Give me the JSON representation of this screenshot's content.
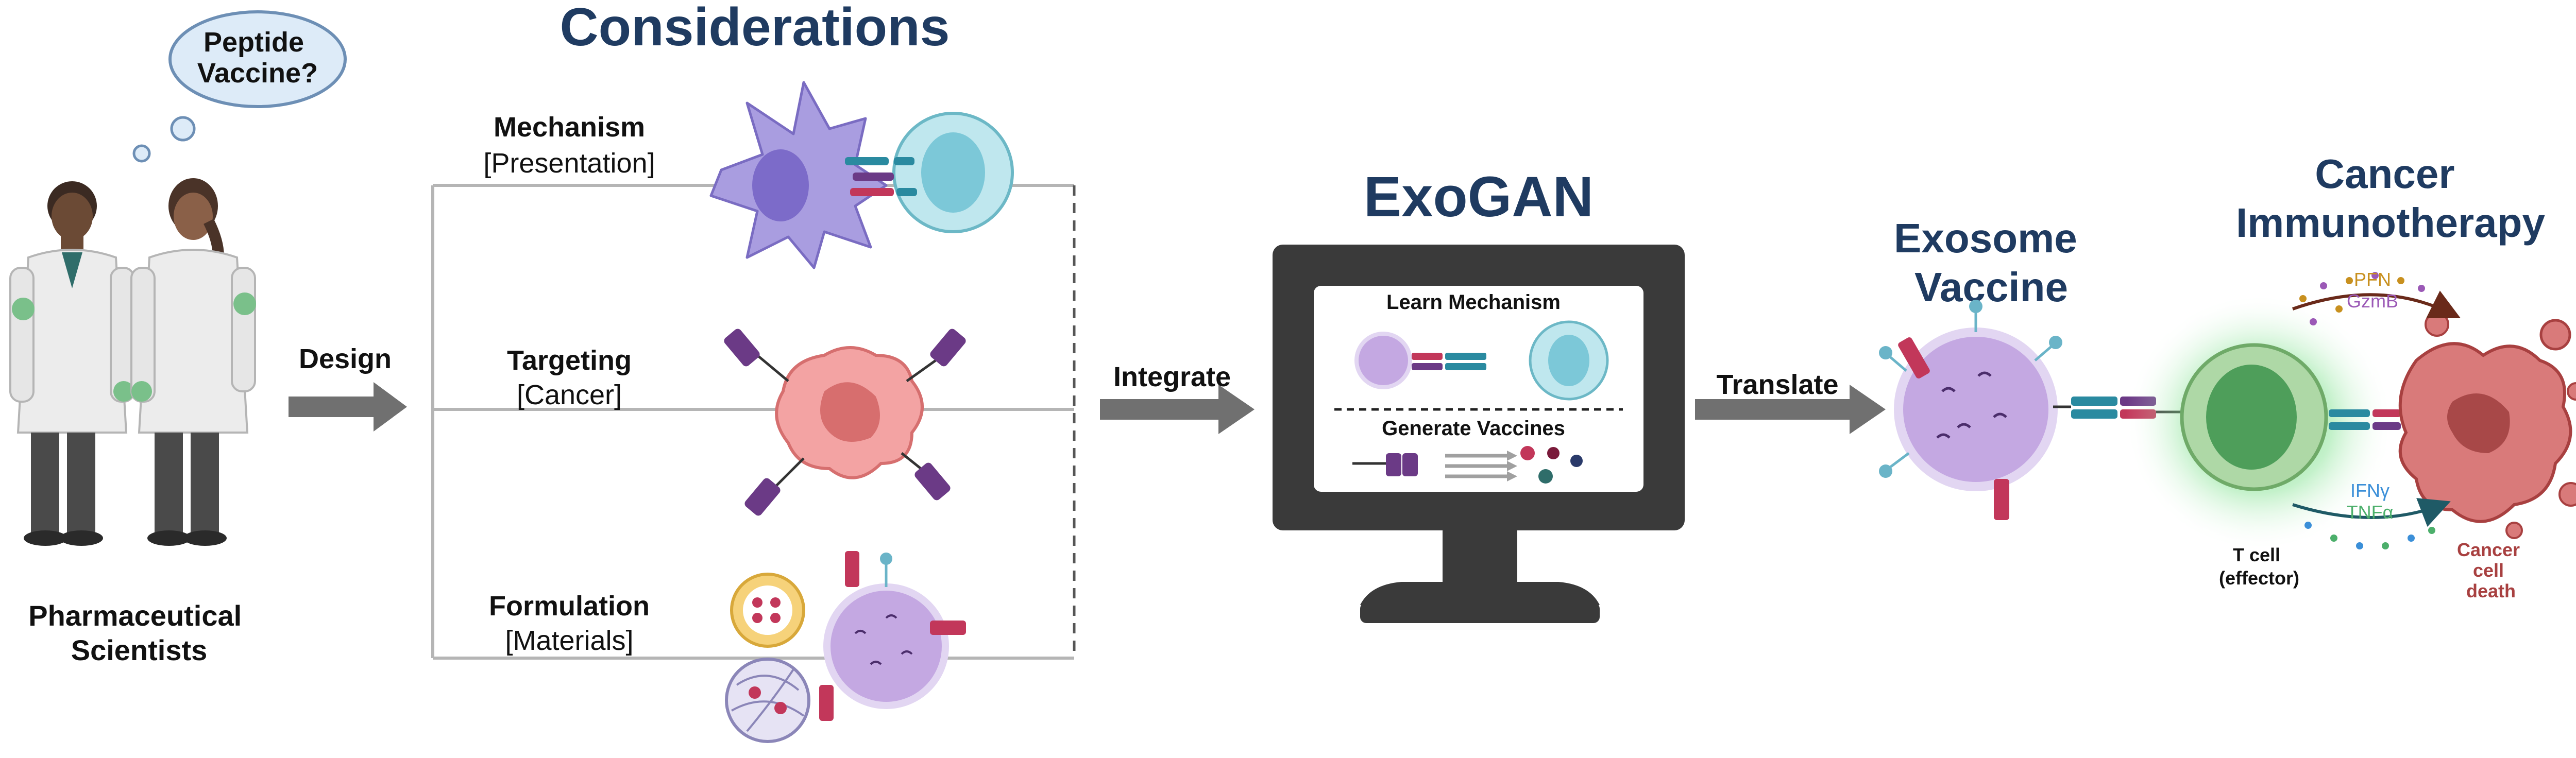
{
  "colors": {
    "navy": "#1f3b61",
    "arrow_gray": "#707070",
    "monitor": "#3a3a3a",
    "dendritic": "#a99de0",
    "tcell": "#a9dde6",
    "cancer": "#f08f8f",
    "exosome": "#c4a8e2",
    "glow_green": "#59d66b",
    "receptor_purple": "#6b3a86",
    "receptor_pink": "#c2375a",
    "receptor_teal": "#2a8aa0",
    "pfn": "#c8901f",
    "gzmb": "#9b59b6",
    "ifng": "#3b8fd8",
    "tnfa": "#4caf6b",
    "death_red": "#a84040"
  },
  "icons": [
    "scientist-icon",
    "dendritic-cell-icon",
    "t-cell-icon",
    "cancer-cell-icon",
    "exosome-icon",
    "liposome-icon",
    "nanoparticle-icon",
    "computer-monitor-icon",
    "receptor-icon",
    "cytokine-dots-icon"
  ],
  "scientists": {
    "thought": "Peptide\nVaccine?",
    "label": "Pharmaceutical\nScientists"
  },
  "design": {
    "label": "Design"
  },
  "considerations": {
    "title": "Considerations",
    "items": [
      {
        "name": "Mechanism",
        "detail": "[Presentation]"
      },
      {
        "name": "Targeting",
        "detail": "[Cancer]"
      },
      {
        "name": "Formulation",
        "detail": "[Materials]"
      }
    ]
  },
  "integrate": {
    "label": "Integrate"
  },
  "exogan": {
    "title": "ExoGAN",
    "learn": "Learn Mechanism",
    "generate": "Generate Vaccines"
  },
  "translate": {
    "label": "Translate"
  },
  "exosome": {
    "title": "Exosome\nVaccine"
  },
  "immunotherapy": {
    "title": "Cancer\nImmunotherapy",
    "tcell_label": "T cell\n(effector)",
    "pfn": "PFN",
    "gzmb": "GzmB",
    "ifng": "IFNγ",
    "tnfa": "TNFα",
    "death": "Cancer\ncell\ndeath"
  }
}
